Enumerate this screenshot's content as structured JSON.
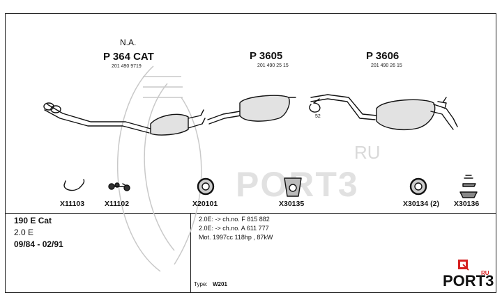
{
  "header": {
    "na_label": "N.A.",
    "items": [
      {
        "code": "P 364 CAT",
        "number": "201 490 9719"
      },
      {
        "code": "P 3605",
        "number": "201 490 25 15"
      },
      {
        "code": "P 3606",
        "number": "201 490 26 15"
      }
    ]
  },
  "clamp_label": "52",
  "parts": [
    {
      "code": "X11103",
      "icon": "hanger-wire-icon"
    },
    {
      "code": "X11102",
      "icon": "mounting-bolts-icon"
    },
    {
      "code": "X20101",
      "icon": "ring-gasket-icon"
    },
    {
      "code": "X30135",
      "icon": "rubber-mount-icon"
    },
    {
      "code": "X30134 (2)",
      "icon": "ring-mount-icon"
    },
    {
      "code": "X30136",
      "icon": "bellows-mount-icon"
    }
  ],
  "vehicle": {
    "model": "190 E Cat",
    "engine": "2.0 E",
    "years": "09/84 - 02/91"
  },
  "notes": [
    "2.0E: -> ch.no. F 815 882",
    "2.0E: -> ch.no. A 611 777",
    "Mot. 1997cc 118hp , 87kW"
  ],
  "type": {
    "label": "Type:",
    "value": "W201"
  },
  "watermark": {
    "text": "PORT3",
    "suffix": "RU"
  },
  "logo": {
    "text": "PORT3",
    "suffix": "RU"
  }
}
